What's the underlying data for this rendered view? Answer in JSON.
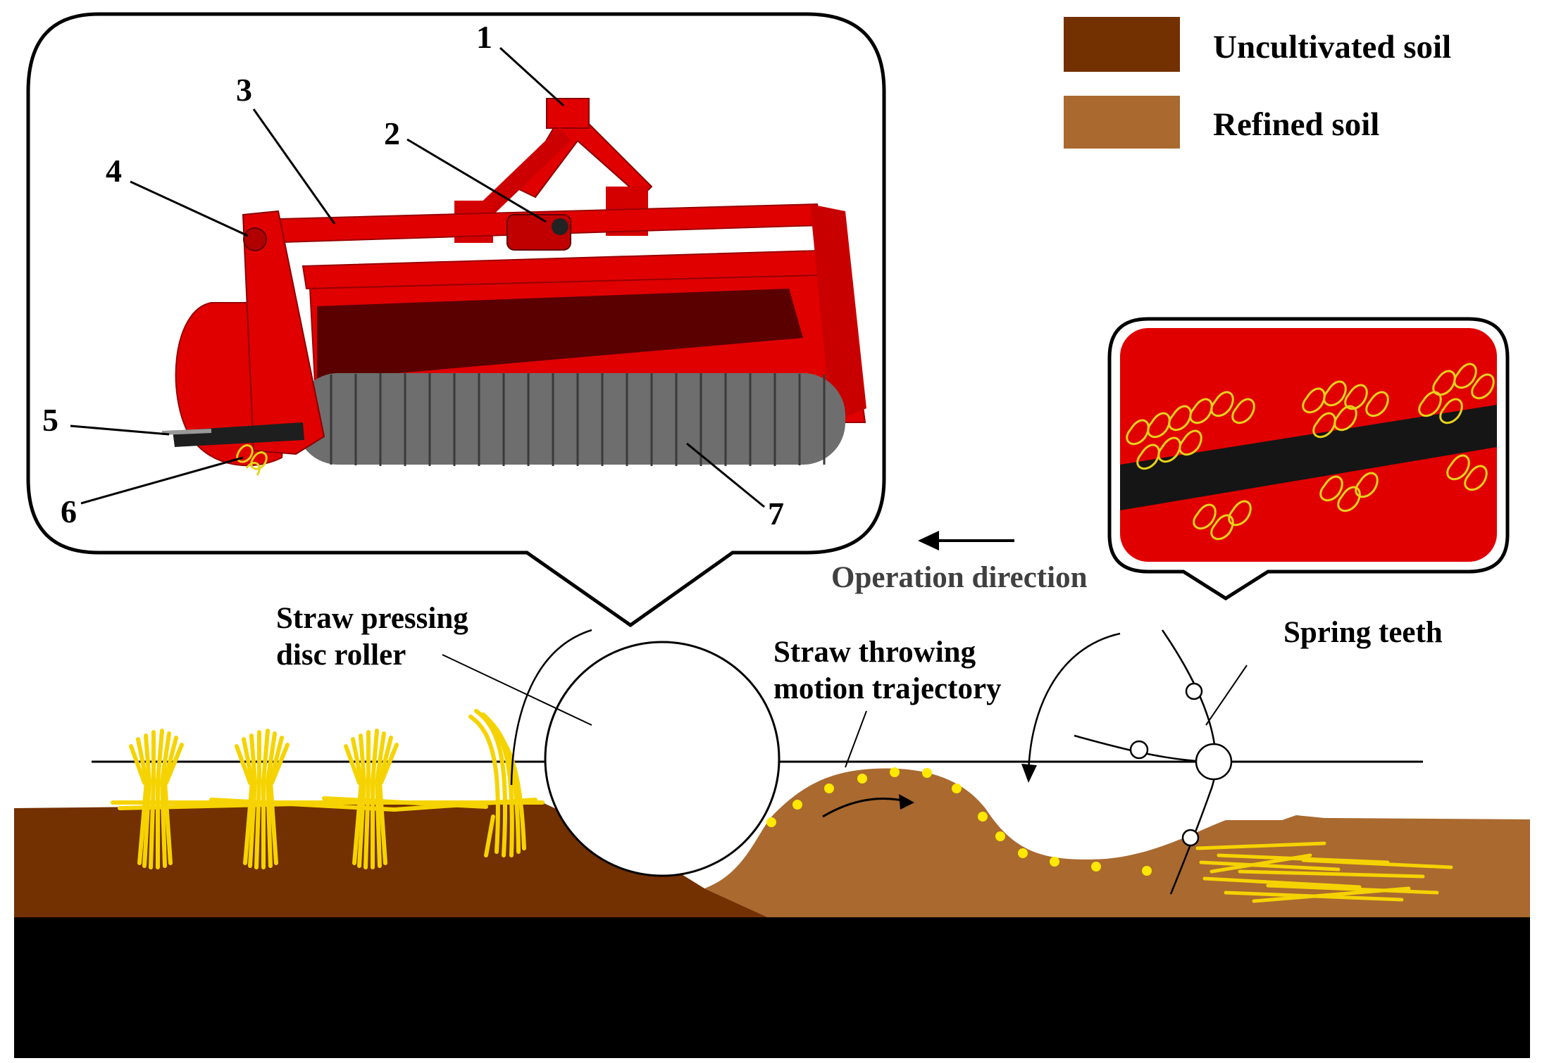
{
  "legend": {
    "uncultivated": {
      "label": "Uncultivated soil",
      "color": "#733000"
    },
    "refined": {
      "label": "Refined soil",
      "color": "#a9692f"
    }
  },
  "machine_callout": {
    "part_numbers": [
      "1",
      "2",
      "3",
      "4",
      "5",
      "6",
      "7"
    ],
    "frame_color": "#e00000",
    "roller_color": "#6e6e6e"
  },
  "teeth_callout": {
    "background_color": "#e00000",
    "teeth_color": "#e6d21a"
  },
  "operation_direction": "Operation direction",
  "labels": {
    "disc_roller": [
      "Straw pressing",
      "disc roller"
    ],
    "trajectory": [
      "Straw throwing",
      "motion trajectory"
    ],
    "spring_teeth": "Spring teeth"
  },
  "colors": {
    "bedrock": "#000000",
    "straw": "#f5d300",
    "trajectory_dots": "#ffe800"
  }
}
